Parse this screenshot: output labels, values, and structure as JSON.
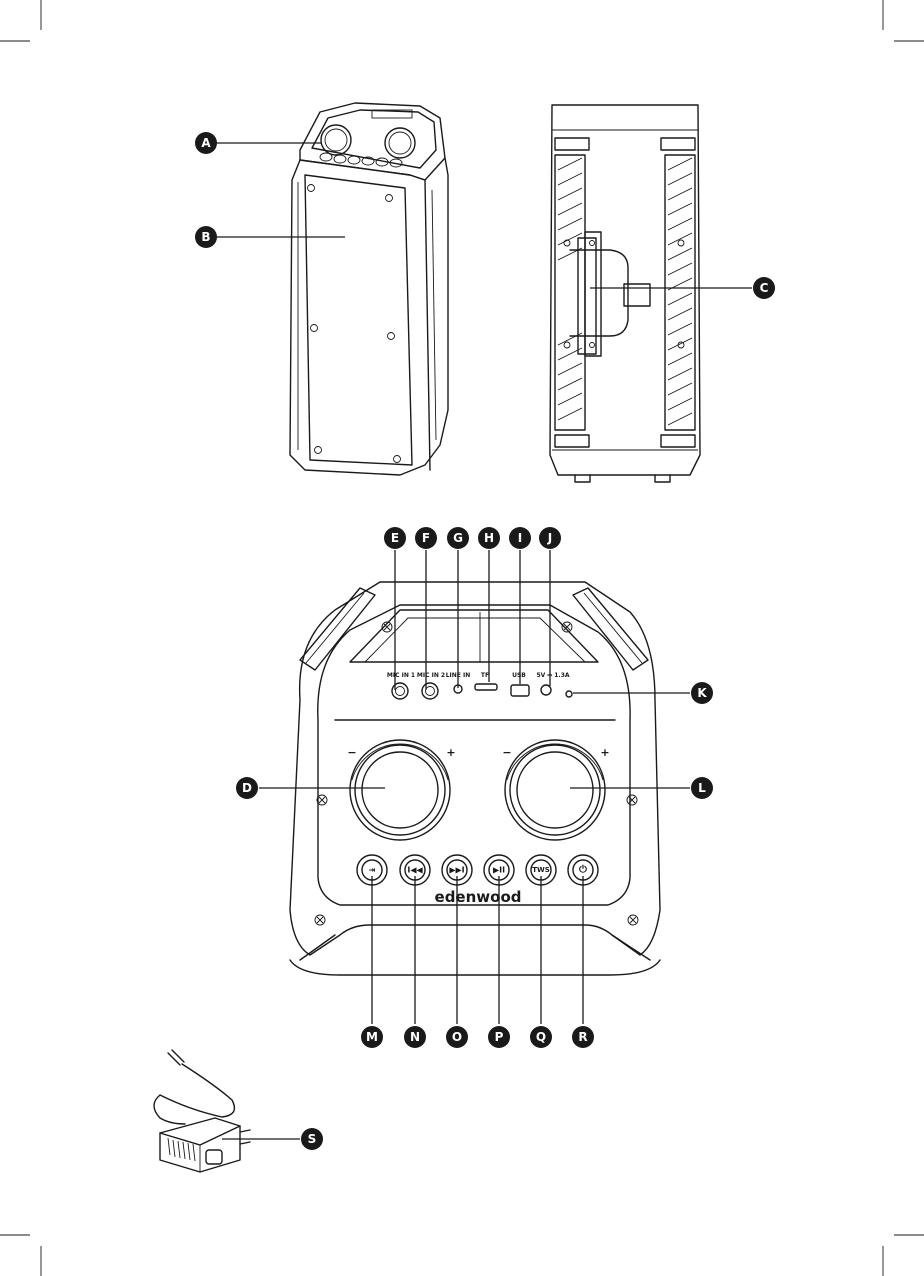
{
  "callouts": {
    "A": "A",
    "B": "B",
    "C": "C",
    "D": "D",
    "E": "E",
    "F": "F",
    "G": "G",
    "H": "H",
    "I": "I",
    "J": "J",
    "K": "K",
    "L": "L",
    "M": "M",
    "N": "N",
    "O": "O",
    "P": "P",
    "Q": "Q",
    "R": "R",
    "S": "S"
  },
  "ports": {
    "mic1": "MIC IN 1",
    "mic2": "MIC IN 2",
    "linein": "LINE IN",
    "tf": "TF",
    "usb": "USB",
    "dc": "5V ⎓ 1.3A"
  },
  "brand": "edenwood",
  "knobs": {
    "left_minus": "−",
    "left_plus": "+",
    "right_minus": "−",
    "right_plus": "+"
  },
  "buttons": {
    "mode": "⇥",
    "prev": "I◀◀",
    "next": "▶▶I",
    "play": "▶II",
    "tws": "TWS",
    "power": "⏻"
  },
  "colors": {
    "ink": "#1a1a1a",
    "paper": "#ffffff"
  }
}
